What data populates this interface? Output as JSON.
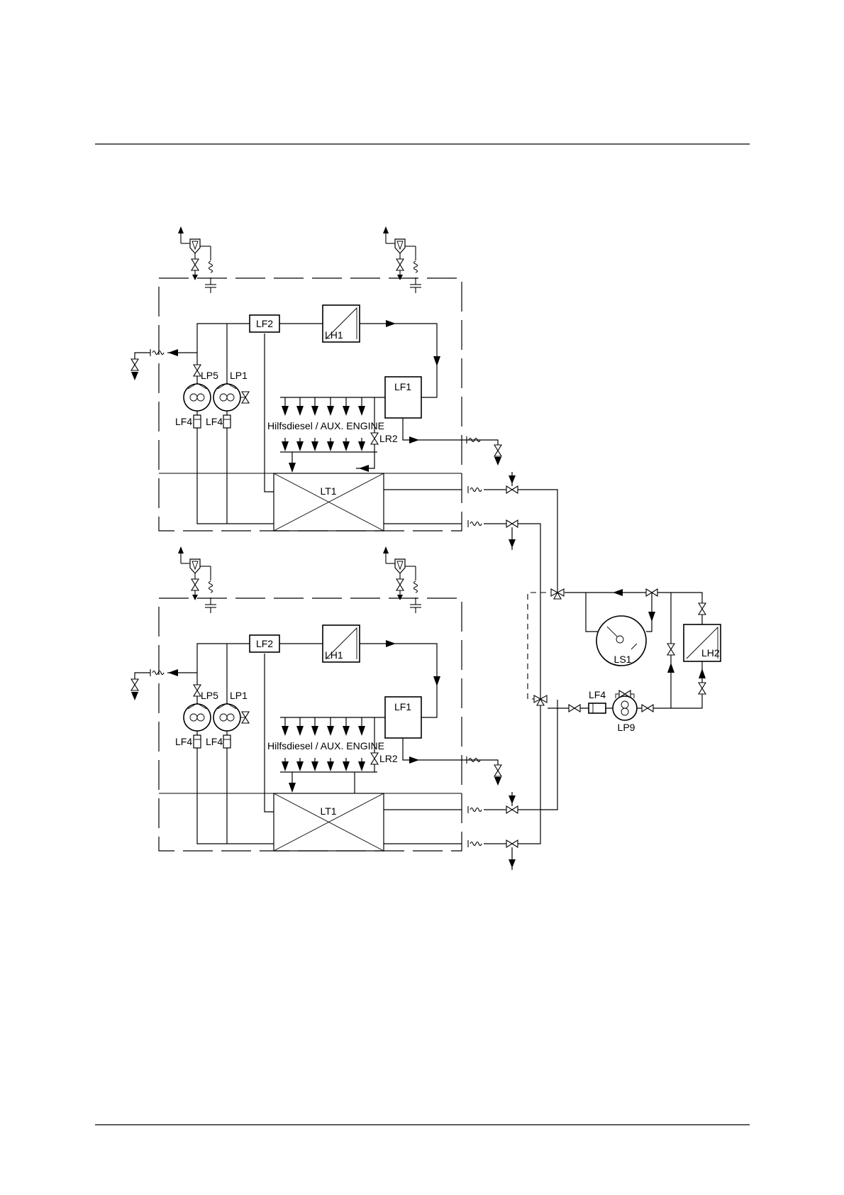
{
  "units": [
    {
      "filter_top": "LF2",
      "heater": "LH1",
      "filter_right": "LF1",
      "tank": "LT1",
      "pump_left": "LP5",
      "pump_right": "LP1",
      "filter_pump_left": "LF4",
      "filter_pump_right": "LF4",
      "regulator": "LR2",
      "consumer_label": "Hilfsdiesel / AUX. ENGINE"
    },
    {
      "filter_top": "LF2",
      "heater": "LH1",
      "filter_right": "LF1",
      "tank": "LT1",
      "pump_left": "LP5",
      "pump_right": "LP1",
      "filter_pump_left": "LF4",
      "filter_pump_right": "LF4",
      "regulator": "LR2",
      "consumer_label": "Hilfsdiesel / AUX. ENGINE"
    }
  ],
  "external": {
    "separator": "LS1",
    "heater": "LH2",
    "filter": "LF4",
    "pump": "LP9"
  }
}
